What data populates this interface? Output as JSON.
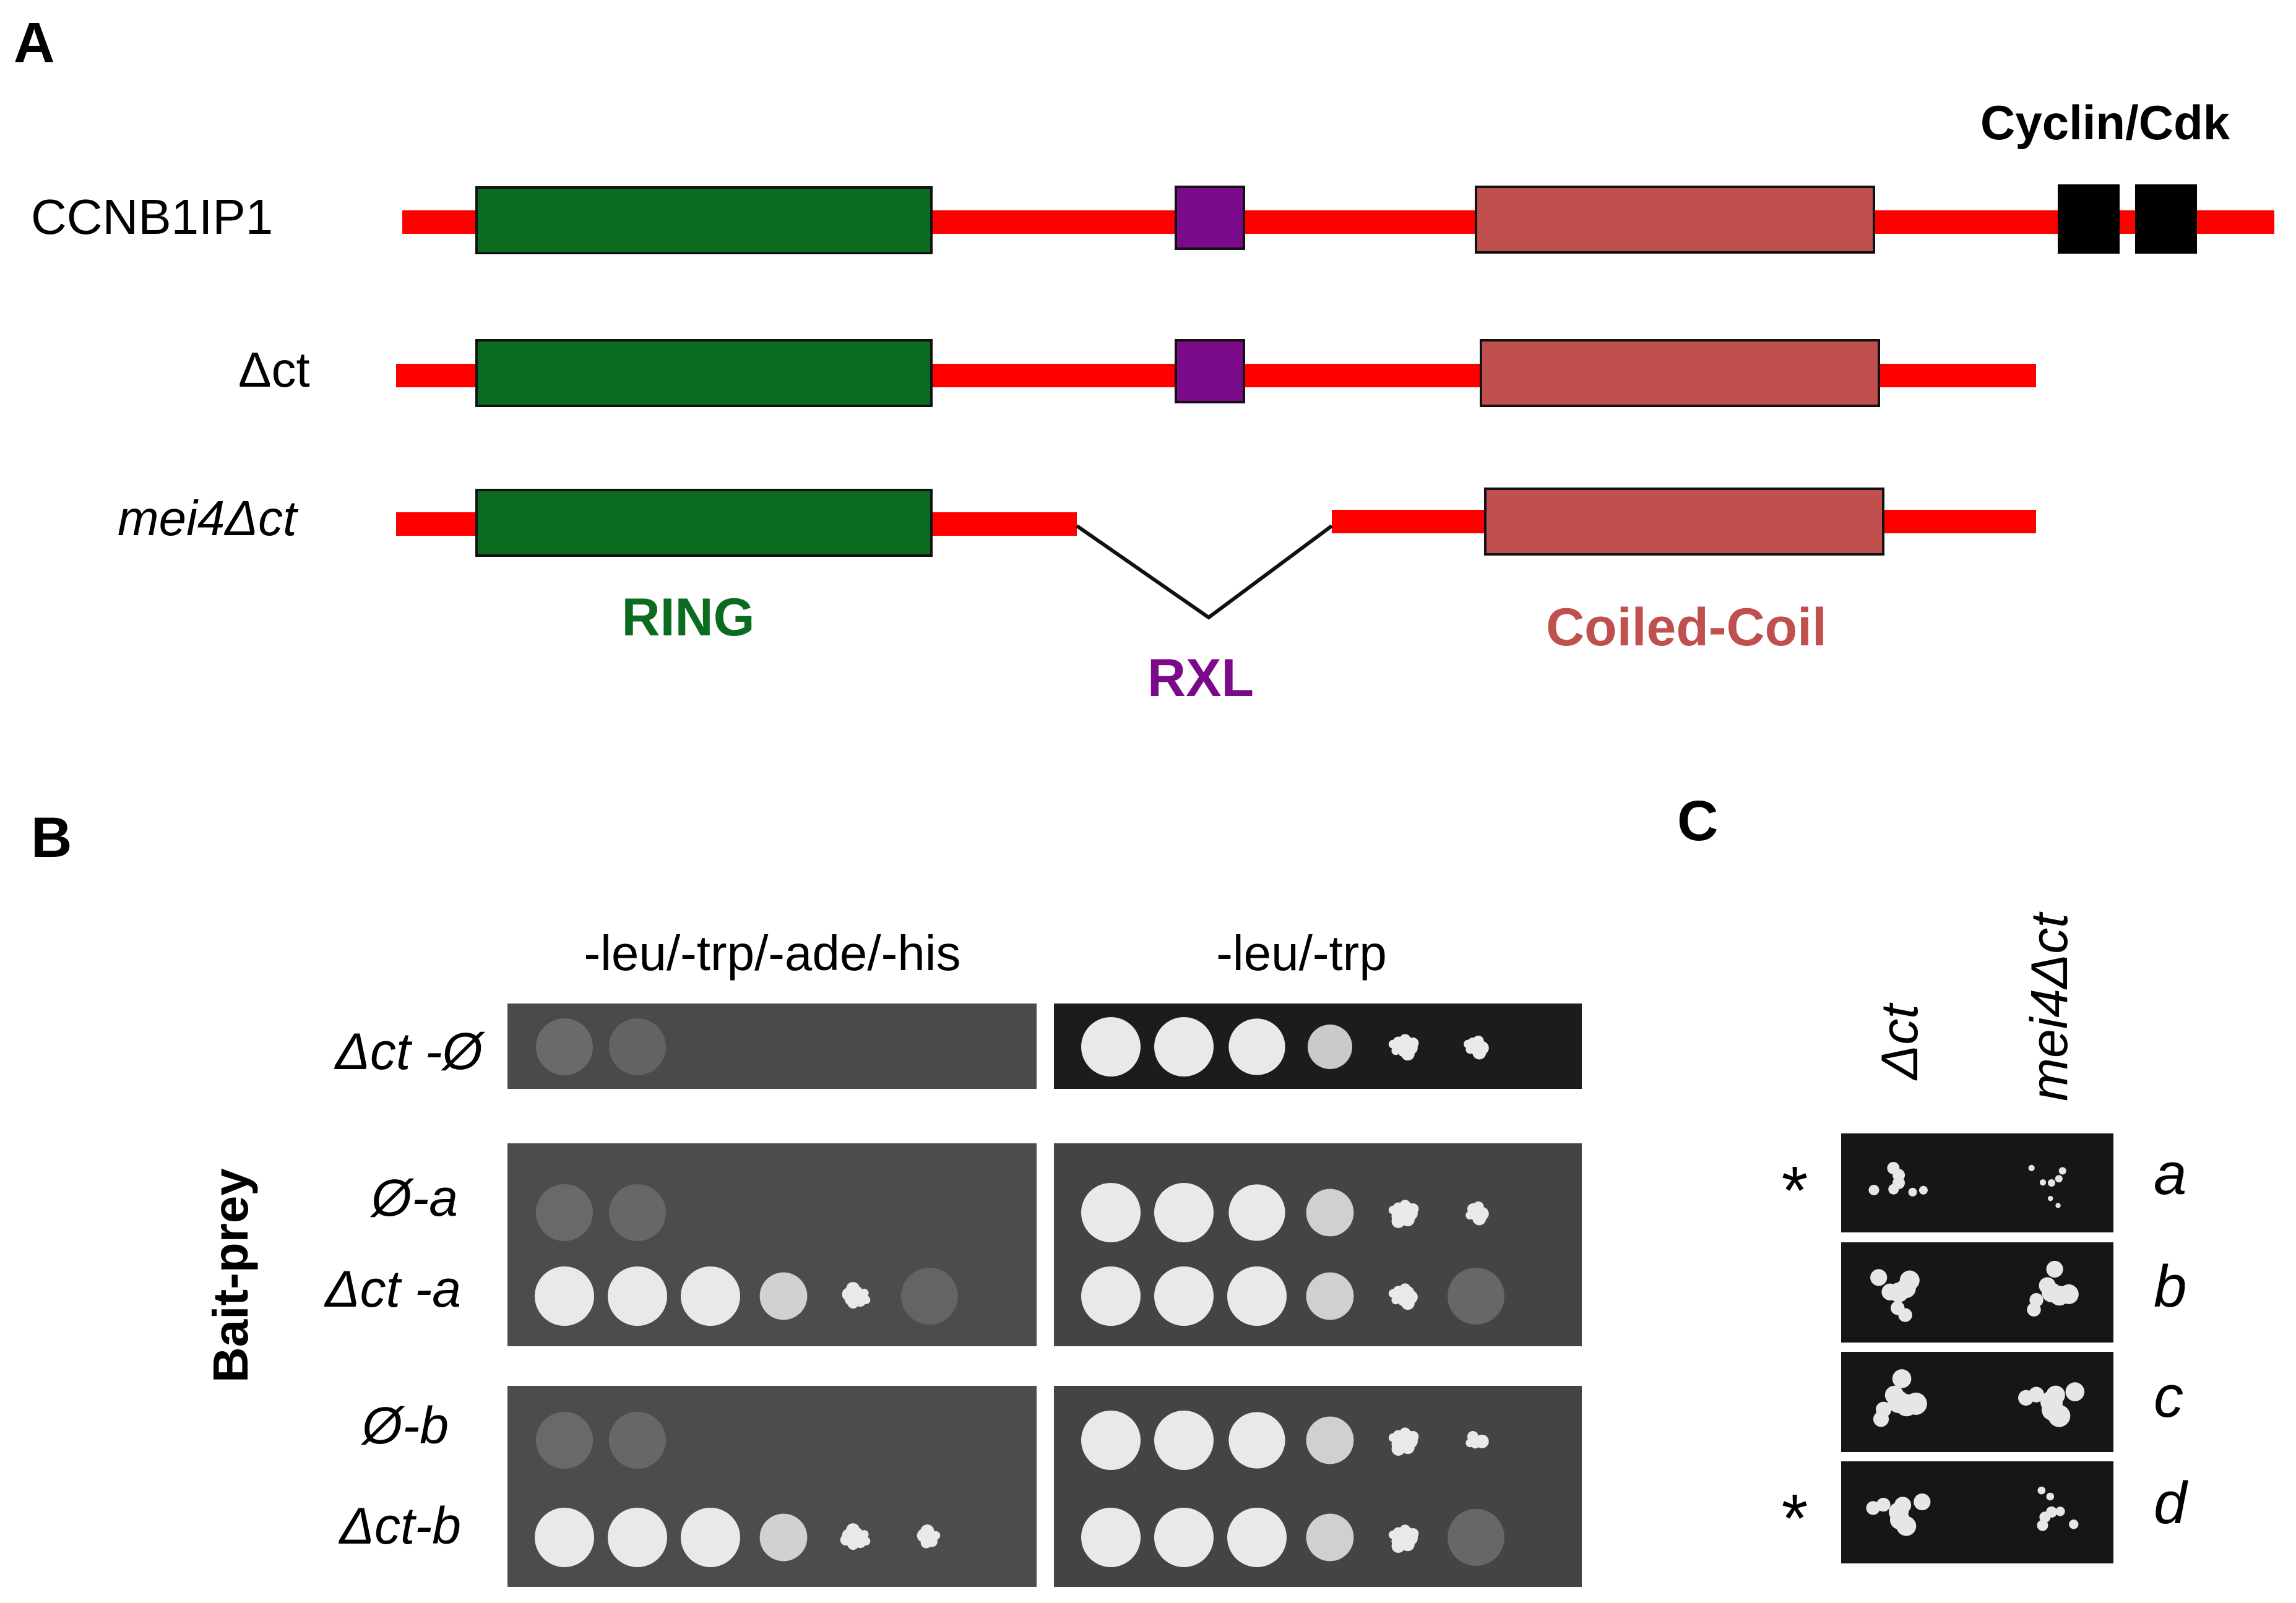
{
  "colors": {
    "backbone": "#ff0000",
    "ring": "#0b6b1e",
    "rxl": "#7b0a8a",
    "coil": "#c0504d",
    "cdk": "#000000",
    "plate": "#454545",
    "colony": "#e9e9e9"
  },
  "panel_a": {
    "letter": "A",
    "constructs": [
      {
        "label": "CCNB1IP1"
      },
      {
        "label": "Δct"
      },
      {
        "label": "mei4Δct"
      }
    ],
    "cdk_label": "Cyclin/Cdk",
    "ring_label": "RING",
    "rxl_label": "RXL",
    "coil_label": "Coiled-Coil"
  },
  "panel_b": {
    "letter": "B",
    "col_headers": [
      "-leu/-trp/-ade/-his",
      "-leu/-trp"
    ],
    "side_label": "Bait-prey",
    "rows": [
      {
        "label": "Δct -Ø",
        "growth_left": [
          0.15,
          0.05,
          0,
          0,
          0,
          0
        ],
        "growth_right": [
          1,
          0.95,
          0.9,
          0.7,
          0.5,
          0.3
        ]
      },
      {
        "label": "Ø-a",
        "growth_left": [
          0.12,
          0.1,
          0,
          0,
          0,
          0
        ],
        "growth_right": [
          1,
          0.95,
          0.9,
          0.75,
          0.55,
          0.25
        ]
      },
      {
        "label": "Δct -a",
        "growth_left": [
          1,
          1,
          0.95,
          0.75,
          0.45,
          0.05
        ],
        "growth_right": [
          1,
          1,
          0.95,
          0.75,
          0.45,
          0.15
        ]
      },
      {
        "label": "Ø-b",
        "growth_left": [
          0.12,
          0.1,
          0,
          0,
          0,
          0
        ],
        "growth_right": [
          1,
          0.95,
          0.9,
          0.75,
          0.55,
          0.2
        ]
      },
      {
        "label": "Δct-b",
        "growth_left": [
          1,
          1,
          0.95,
          0.75,
          0.5,
          0.25
        ],
        "growth_right": [
          1,
          1,
          0.95,
          0.75,
          0.55,
          0.15
        ]
      }
    ]
  },
  "panel_c": {
    "letter": "C",
    "col_headers": [
      "Δct",
      "mei4Δct"
    ],
    "rows": [
      {
        "label": "a",
        "star": "*"
      },
      {
        "label": "b",
        "star": ""
      },
      {
        "label": "c",
        "star": ""
      },
      {
        "label": "d",
        "star": "*"
      }
    ]
  }
}
